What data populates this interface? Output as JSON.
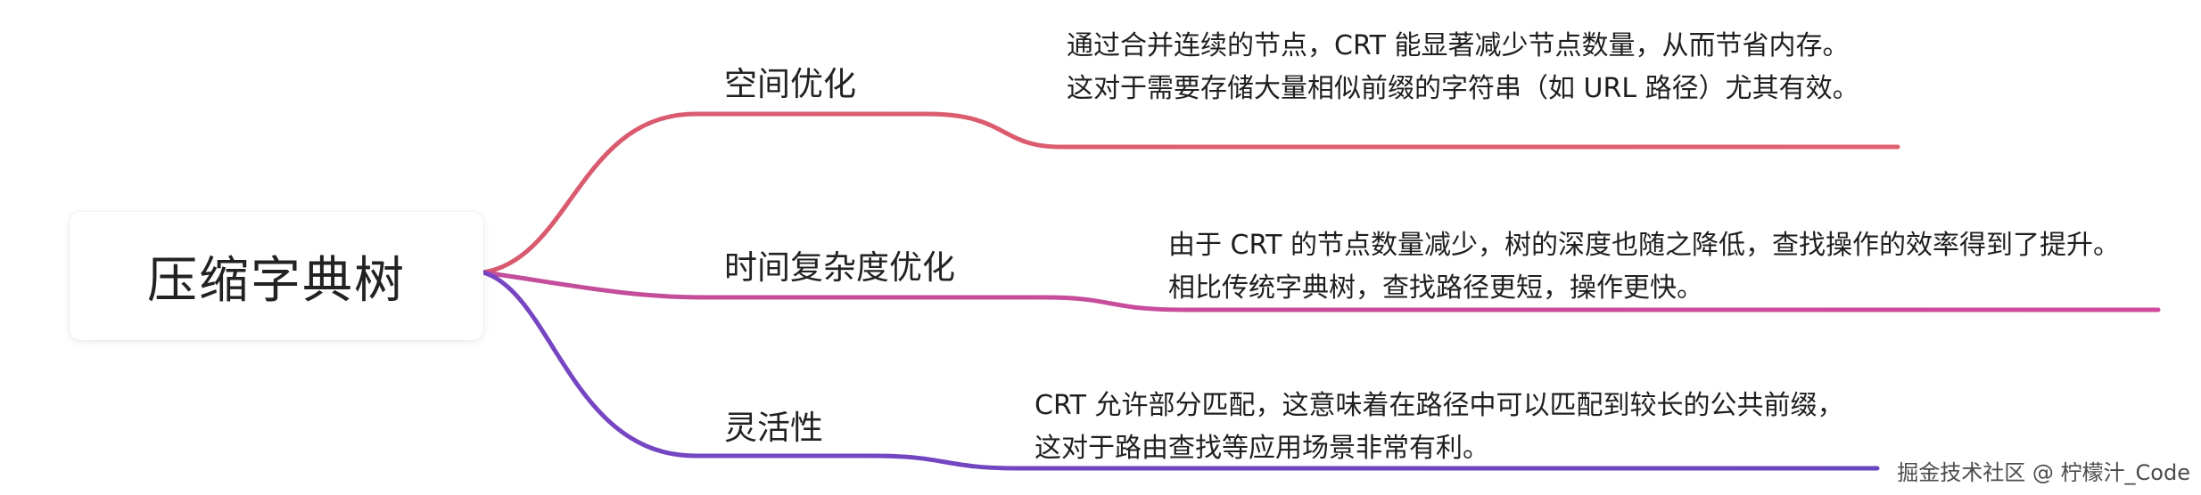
{
  "root": {
    "label": "压缩字典树"
  },
  "branches": [
    {
      "title": "空间优化",
      "color": "#e0626f",
      "description": [
        "通过合并连续的节点，CRT 能显著减少节点数量，从而节省内存。",
        "这对于需要存储大量相似前缀的字符串（如 URL 路径）尤其有效。"
      ]
    },
    {
      "title": "时间复杂度优化",
      "color": "#c84a9e",
      "description": [
        "由于 CRT 的节点数量减少，树的深度也随之降低，查找操作的效率得到了提升。",
        "相比传统字典树，查找路径更短，操作更快。"
      ]
    },
    {
      "title": "灵活性",
      "color": "#6a45c0",
      "description": [
        "CRT 允许部分匹配，这意味着在路径中可以匹配到较长的公共前缀，",
        "这对于路由查找等应用场景非常有利。"
      ]
    }
  ],
  "watermark": "掘金技术社区 @ 柠檬汁_Code"
}
